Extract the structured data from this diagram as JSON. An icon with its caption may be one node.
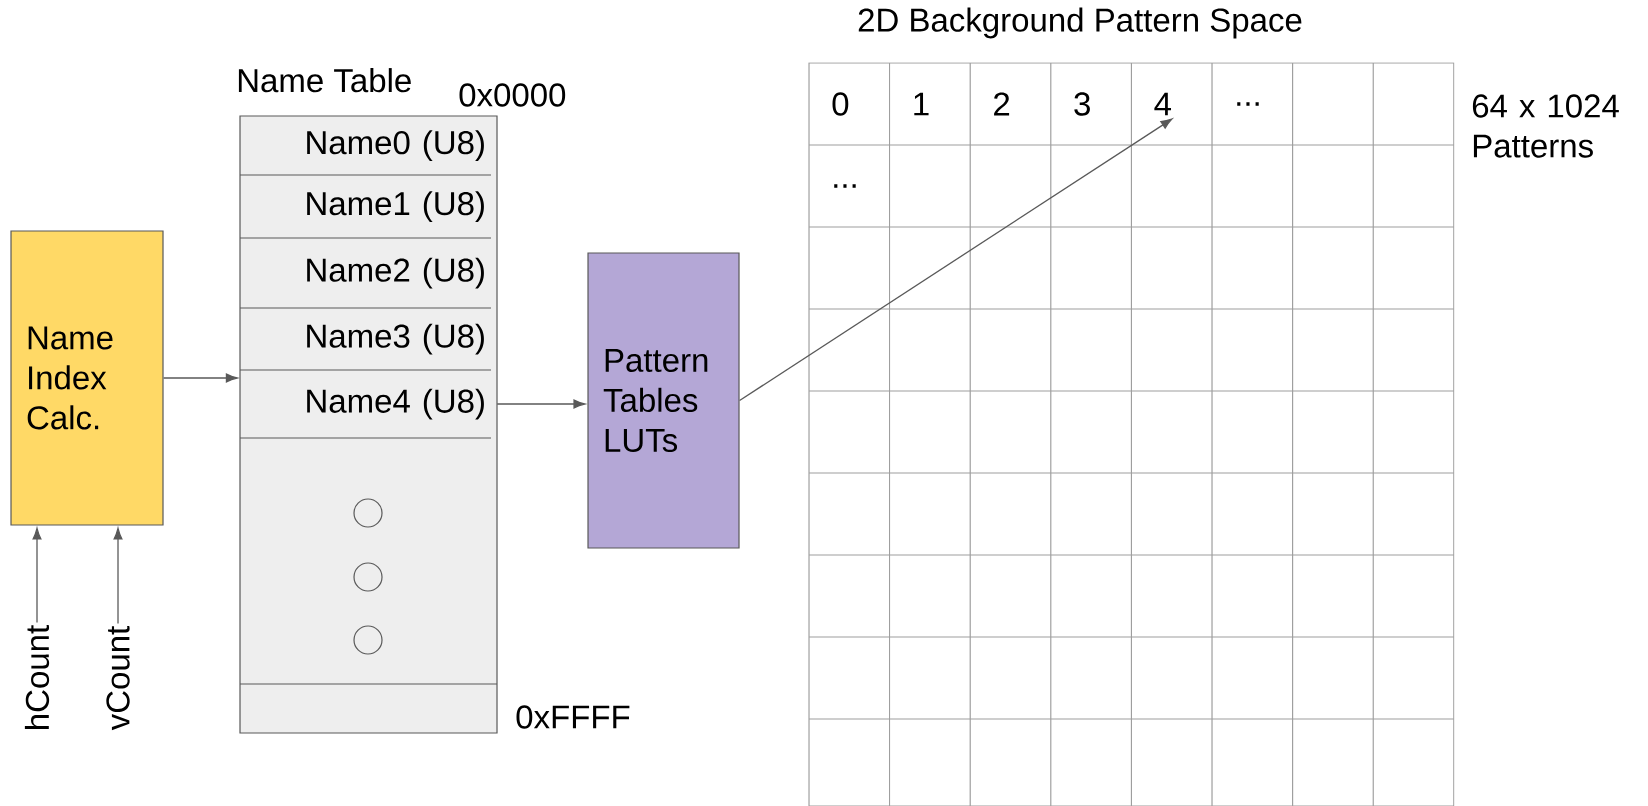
{
  "diagram": {
    "nodes": [
      {
        "text": [
          "Name Index Calc."
        ]
      },
      {
        "text": [
          "Name Table"
        ],
        "beside": [
          "0x0000",
          "0xFFFF"
        ]
      },
      {
        "text": [
          "Name0 (U8)"
        ],
        "in": 1
      },
      {
        "text": [
          "Name1 (U8)"
        ],
        "in": 1
      },
      {
        "text": [
          "Name2 (U8)"
        ],
        "in": 1
      },
      {
        "text": [
          "Name3 (U8)"
        ],
        "in": 1
      },
      {
        "text": [
          "Name4 (U8)"
        ],
        "in": 1
      },
      {
        "text": [],
        "shape": "circle",
        "in": 1
      },
      {
        "text": [],
        "shape": "circle",
        "in": 1
      },
      {
        "text": [],
        "shape": "circle",
        "in": 1
      },
      {
        "text": [
          "Pattern Tables LUTs"
        ]
      },
      {
        "text": [
          "2D Background Pattern Space"
        ],
        "beside": [
          "64 x 1024 Patterns"
        ]
      },
      {
        "text": [
          "0"
        ],
        "in": 11
      },
      {
        "text": [
          "1"
        ],
        "in": 11
      },
      {
        "text": [
          "2"
        ],
        "in": 11
      },
      {
        "text": [
          "3"
        ],
        "in": 11
      },
      {
        "text": [
          "4"
        ],
        "in": 11
      },
      {
        "text": [
          "..."
        ],
        "in": 11
      },
      {
        "text": [
          "..."
        ],
        "in": 11
      },
      {
        "text": [
          "hCount"
        ]
      },
      {
        "text": [
          "vCount"
        ]
      }
    ],
    "edges": [
      {
        "from": 19,
        "to": 0,
        "arrow": "to"
      },
      {
        "from": 20,
        "to": 0,
        "arrow": "to"
      },
      {
        "from": 0,
        "to": 6,
        "arrow": "to"
      },
      {
        "from": 6,
        "to": 10,
        "arrow": "to"
      },
      {
        "from": 10,
        "to": 16,
        "arrow": "to"
      }
    ]
  }
}
